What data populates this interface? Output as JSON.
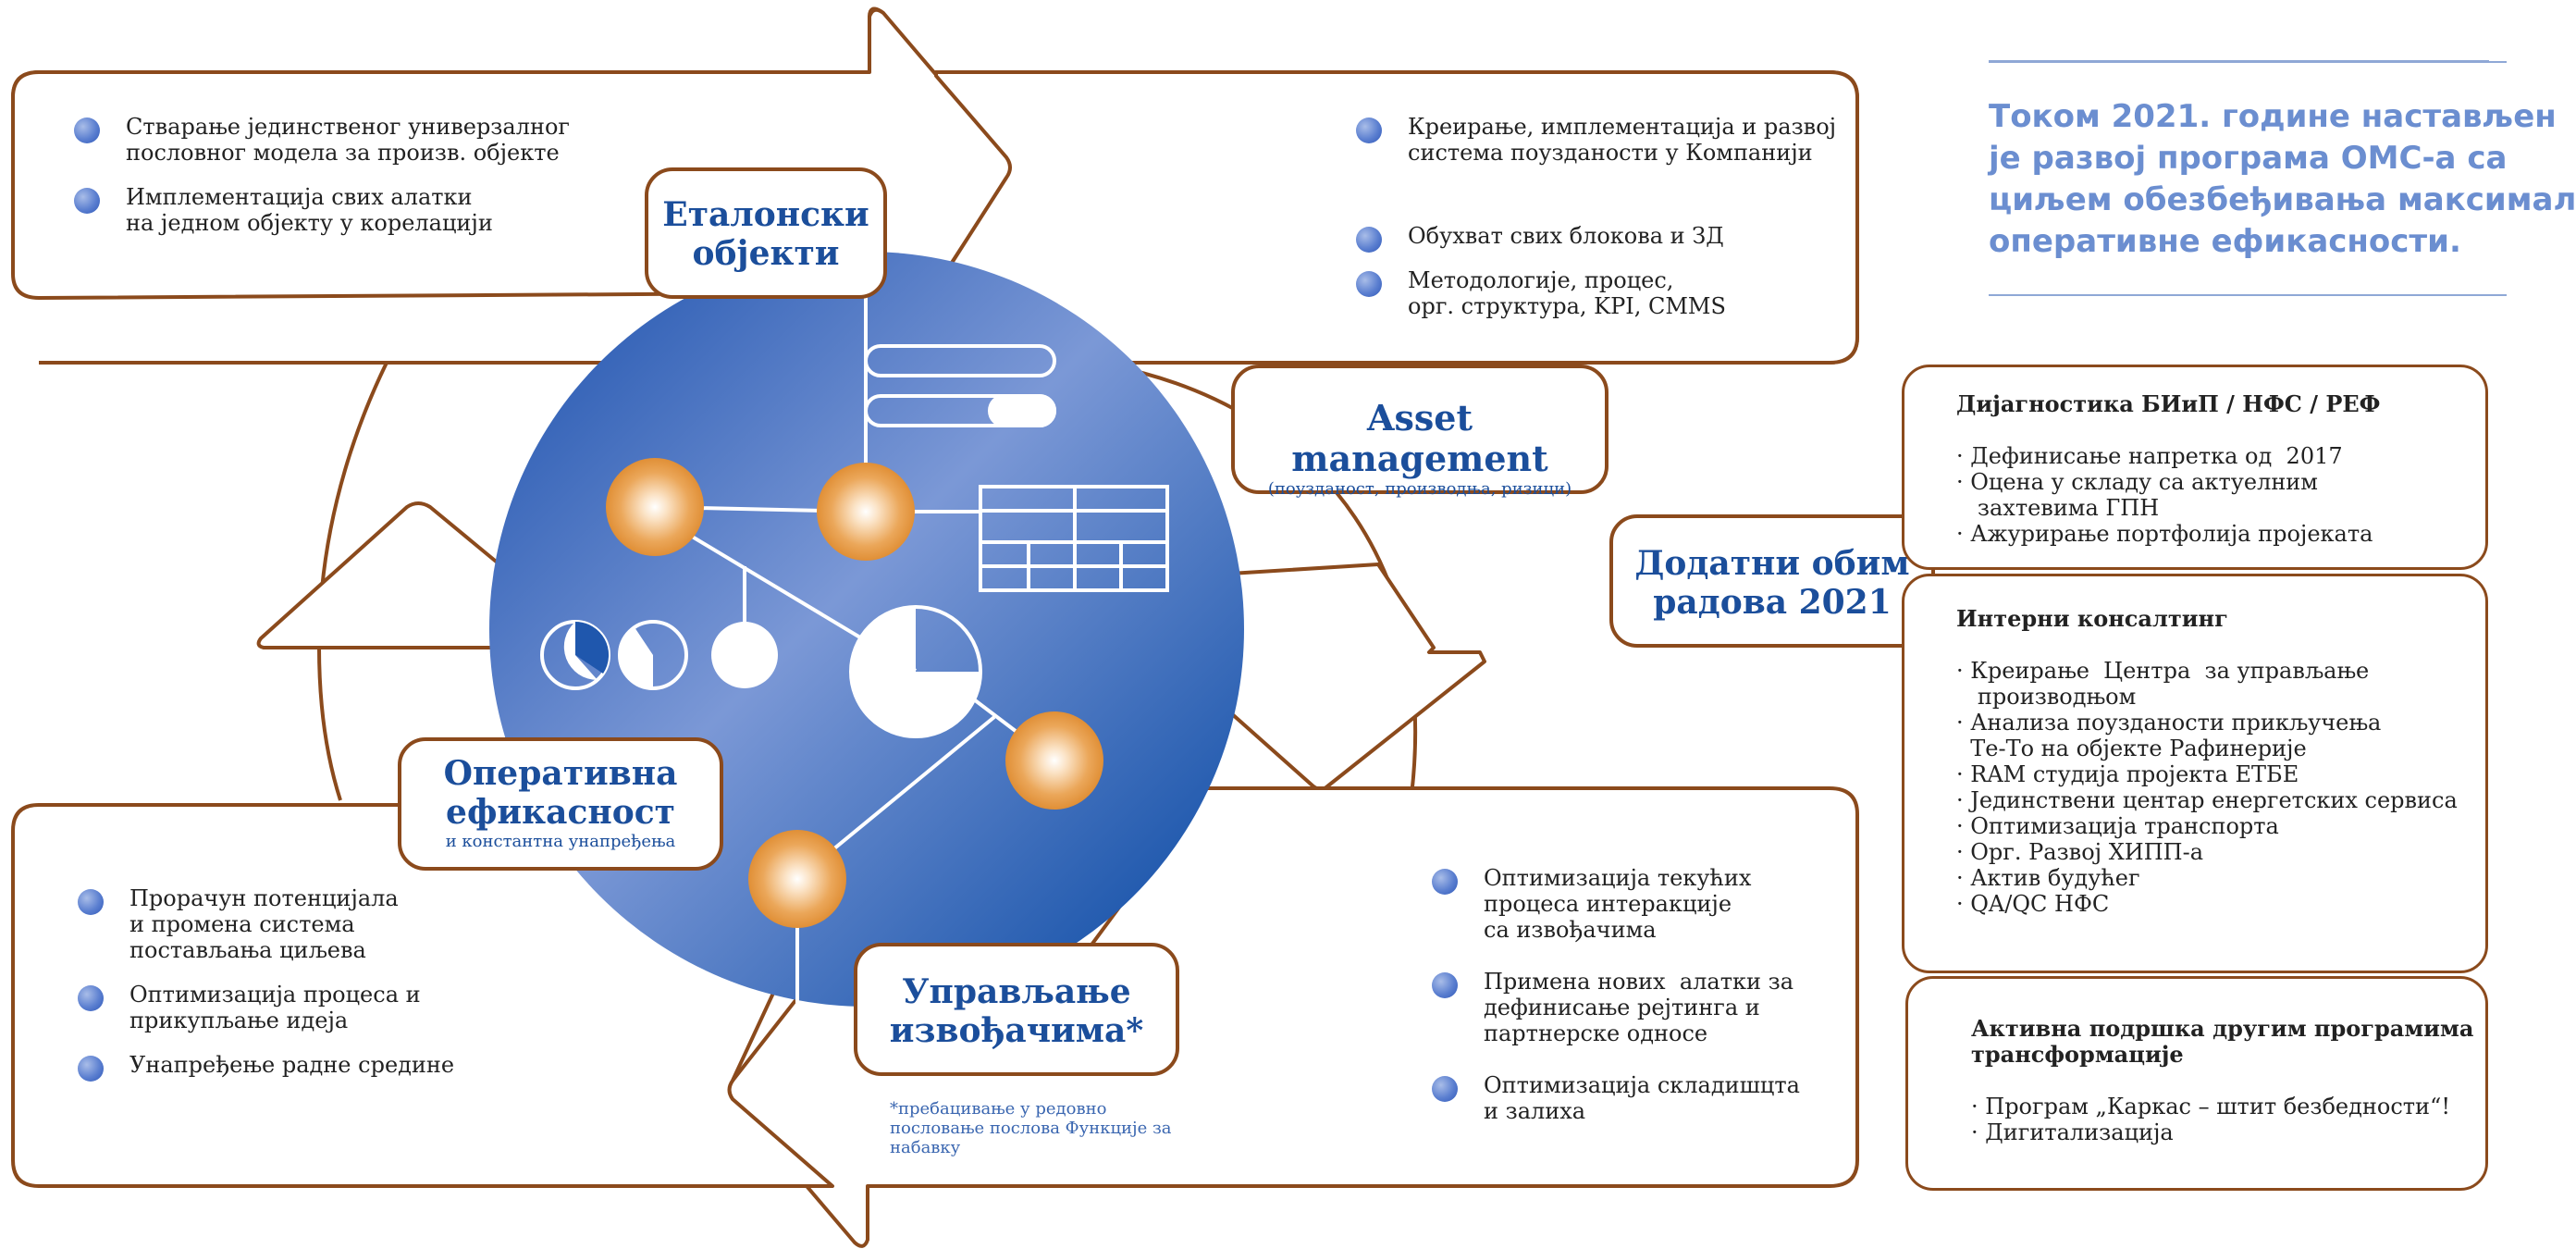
{
  "intro": {
    "lines": [
      "Током 2021. године настављен",
      "је развој програма ОМС-а са",
      "циљем обезбеђивања максимал",
      "оперативне ефикасности."
    ]
  },
  "labels": {
    "etalonski": "Еталонски\nобјекти",
    "asset_title": "Asset management",
    "asset_sub": "(поузданост, производња, ризици)",
    "operativna_title": "Оперативна\nефикасност",
    "operativna_sub": "и константна унапређења",
    "upravljanje": "Управљање\nизвођачима*",
    "dodatni": "Додатни обим\nрадова 2021"
  },
  "panels": {
    "top_left": [
      "Стварање јединственог универзалног\nпословног модела за произв. објекте",
      "Имплементација свих алатки\nна једном објекту у корелацији"
    ],
    "top_right": [
      "Креирање, имплементација и развој\nсистема поузданости у Компанији",
      "Обухват свих блокова и ЗД",
      "Методологије, процес,\nорг. структура, KPI, CMMS"
    ],
    "bottom_left": [
      "Прорачун потенцијала\nи промена система\nпостављања циљева",
      "Оптимизација процеса и\nприкупљање идеја",
      "Унапређење радне средине"
    ],
    "bottom_right": [
      "Оптимизација текућих\nпроцеса интеракције\nса извођачима",
      "Примена нових  алатки за\nдефинисање рејтинга и\nпартнерске односе",
      "Оптимизација складишцта\nи залиха"
    ]
  },
  "footnote": "*пребацивање у редовно\nпословање послова Функције за\nнабавку",
  "right_boxes": [
    {
      "title": "Дијагностика БИиП / НФС / РЕФ",
      "items": [
        "· Дефинисање напретка од  2017",
        "· Оцена у складу са актуелним",
        "   захтевима ГПН",
        "· Ажурирање портфолија пројеката"
      ]
    },
    {
      "title": "Интерни консалтинг",
      "items": [
        "· Креирање  Центра  за управљање",
        "   производњом",
        "· Анализа поузданости прикључења",
        "  Те-То на објекте Рафинерије",
        "· RAM студија пројекта ЕТБЕ",
        "· Јединствени центар енергетских сервиса",
        "· Оптимизација транспорта",
        "· Орг. Развој ХИПП-а",
        "· Актив будућег",
        "· QA/QC НФС"
      ]
    },
    {
      "title": "Активна подршка другим програмима\nтрансформације",
      "items": [
        "· Програм „Каркас – штит безбедности“!",
        "· Дигитализација"
      ]
    }
  ],
  "colors": {
    "accent_blue": "#1b4e9b",
    "border_brown": "#8b4a1c",
    "circle_light": "#7d9ad6",
    "circle_dark": "#1f57ad",
    "orb": "#e59a3c",
    "intro_text": "#6b8ed0"
  }
}
